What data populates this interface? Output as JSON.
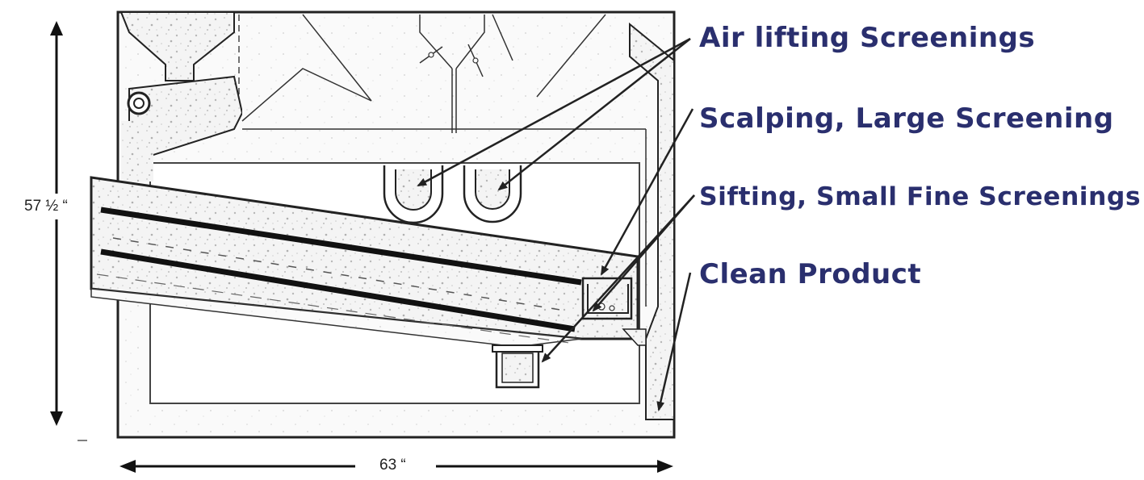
{
  "labels": {
    "air_lifting": "Air lifting Screenings",
    "scalping": "Scalping, Large Screening",
    "sifting": "Sifting, Small Fine Screenings",
    "clean_product": "Clean Product"
  },
  "dimensions": {
    "height": "57 ½ “",
    "width": "63 “"
  },
  "colors": {
    "label_text": "#2a2f6e",
    "line": "#222222",
    "speckle": "#b8b8b8",
    "background": "#ffffff"
  }
}
